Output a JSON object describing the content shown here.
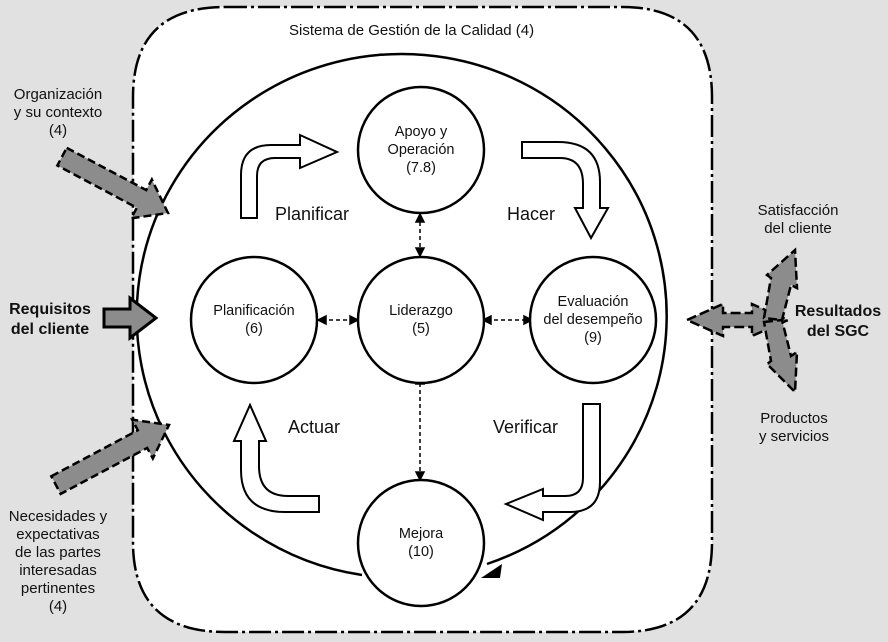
{
  "title": "Sistema de Gestión de la Calidad (4)",
  "inputs": {
    "context": [
      "Organización",
      "y su contexto",
      "(4)"
    ],
    "requirements": [
      "Requisitos",
      "del cliente"
    ],
    "parties": [
      "Necesidades y",
      "expectativas",
      "de las partes",
      "interesadas",
      "pertinentes",
      "(4)"
    ]
  },
  "outputs": {
    "satisfaction": [
      "Satisfacción",
      "del cliente"
    ],
    "results": [
      "Resultados",
      "del SGC"
    ],
    "products": [
      "Productos",
      "y servicios"
    ]
  },
  "nodes": {
    "support": [
      "Apoyo y",
      "Operación",
      "(7.8)"
    ],
    "planning": [
      "Planificación",
      "(6)"
    ],
    "leadership": [
      "Liderazgo",
      "(5)"
    ],
    "evaluation": [
      "Evaluación",
      "del desempeño",
      "(9)"
    ],
    "improvement": [
      "Mejora",
      "(10)"
    ]
  },
  "phases": {
    "plan": "Planificar",
    "do": "Hacer",
    "check": "Verificar",
    "act": "Actuar"
  },
  "colors": {
    "background": "#e1e1e1",
    "panel": "#ffffff",
    "stroke": "#000000",
    "arrow_fill": "#8c8c8c"
  }
}
